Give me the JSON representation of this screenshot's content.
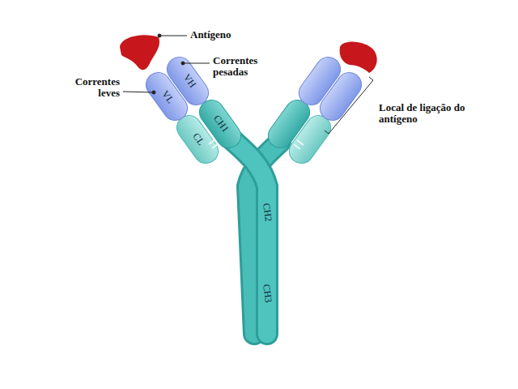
{
  "diagram": {
    "labels": [
      "Antígeno",
      "Correntes pesadas",
      "Correntes leves",
      "VH",
      "VL",
      "Local de ligação do antígeno",
      "CH1",
      "CL",
      "CH2",
      "CH3"
    ]
  }
}
